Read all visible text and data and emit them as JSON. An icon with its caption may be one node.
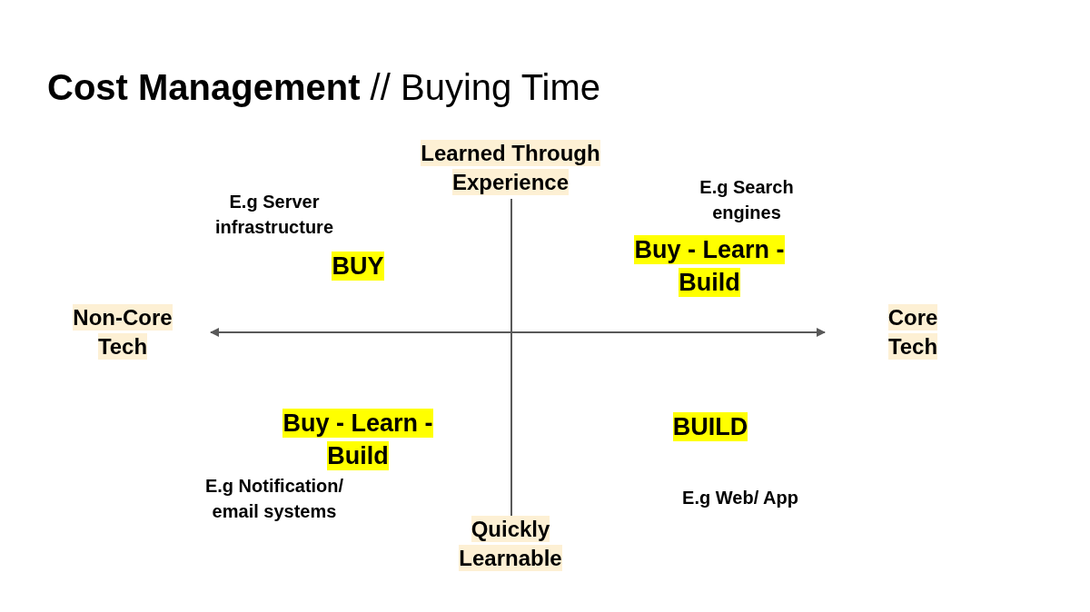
{
  "diagram": {
    "title": "**Cost Management** // Buying Time",
    "nodes": [
      {
        "text": [
          "Learned Through Experience"
        ]
      },
      {
        "text": [
          "Non-Core Tech"
        ]
      },
      {
        "text": [
          "Core Tech"
        ]
      },
      {
        "text": [
          "Quickly Learnable"
        ]
      },
      {
        "text": [
          "BUY"
        ]
      },
      {
        "text": [
          "Buy - Learn - Build"
        ]
      },
      {
        "text": [
          "Buy - Learn - Build"
        ]
      },
      {
        "text": [
          "BUILD"
        ]
      }
    ],
    "labels": [
      "E.g Server infrastructure",
      "E.g Search engines",
      "E.g Notification/ email systems",
      "E.g Web/ App"
    ]
  }
}
